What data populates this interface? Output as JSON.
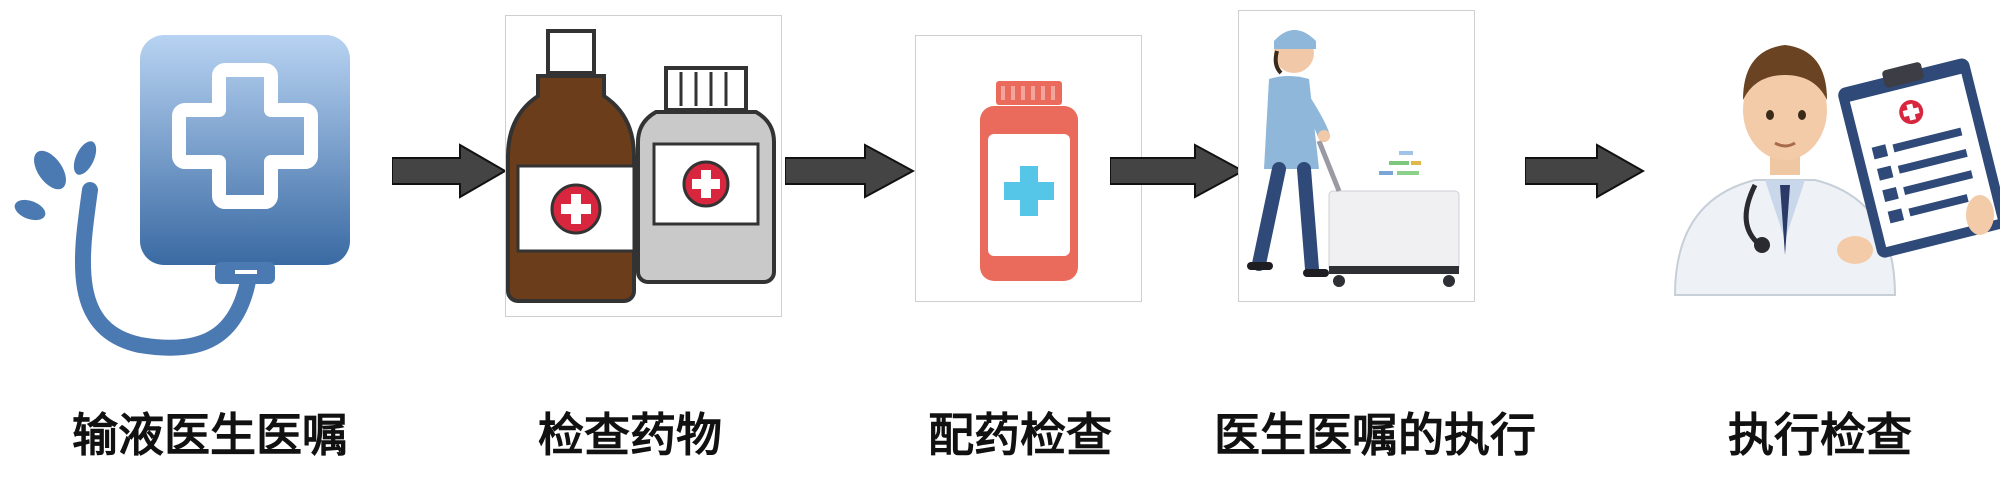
{
  "steps": [
    {
      "label": "输液医生医嘱",
      "icon": "iv-bag-icon"
    },
    {
      "label": "检查药物",
      "icon": "medicine-bottles-icon"
    },
    {
      "label": "配药检查",
      "icon": "pill-bottle-icon"
    },
    {
      "label": "医生医嘱的执行",
      "icon": "nurse-cart-icon"
    },
    {
      "label": "执行检查",
      "icon": "doctor-clipboard-icon"
    }
  ],
  "colors": {
    "arrow_fill": "#444444",
    "iv_bag_top": "#a9c8ee",
    "iv_bag_bottom": "#3d6fa8",
    "brown_bottle": "#6b3d1a",
    "grey_bottle": "#c9c9c9",
    "red_cross": "#d7263d",
    "coral_bottle": "#ea6a5c",
    "cyan_cross": "#56c6e8",
    "nurse_blue": "#8fb7d9",
    "doctor_jacket": "#eef2f7"
  }
}
